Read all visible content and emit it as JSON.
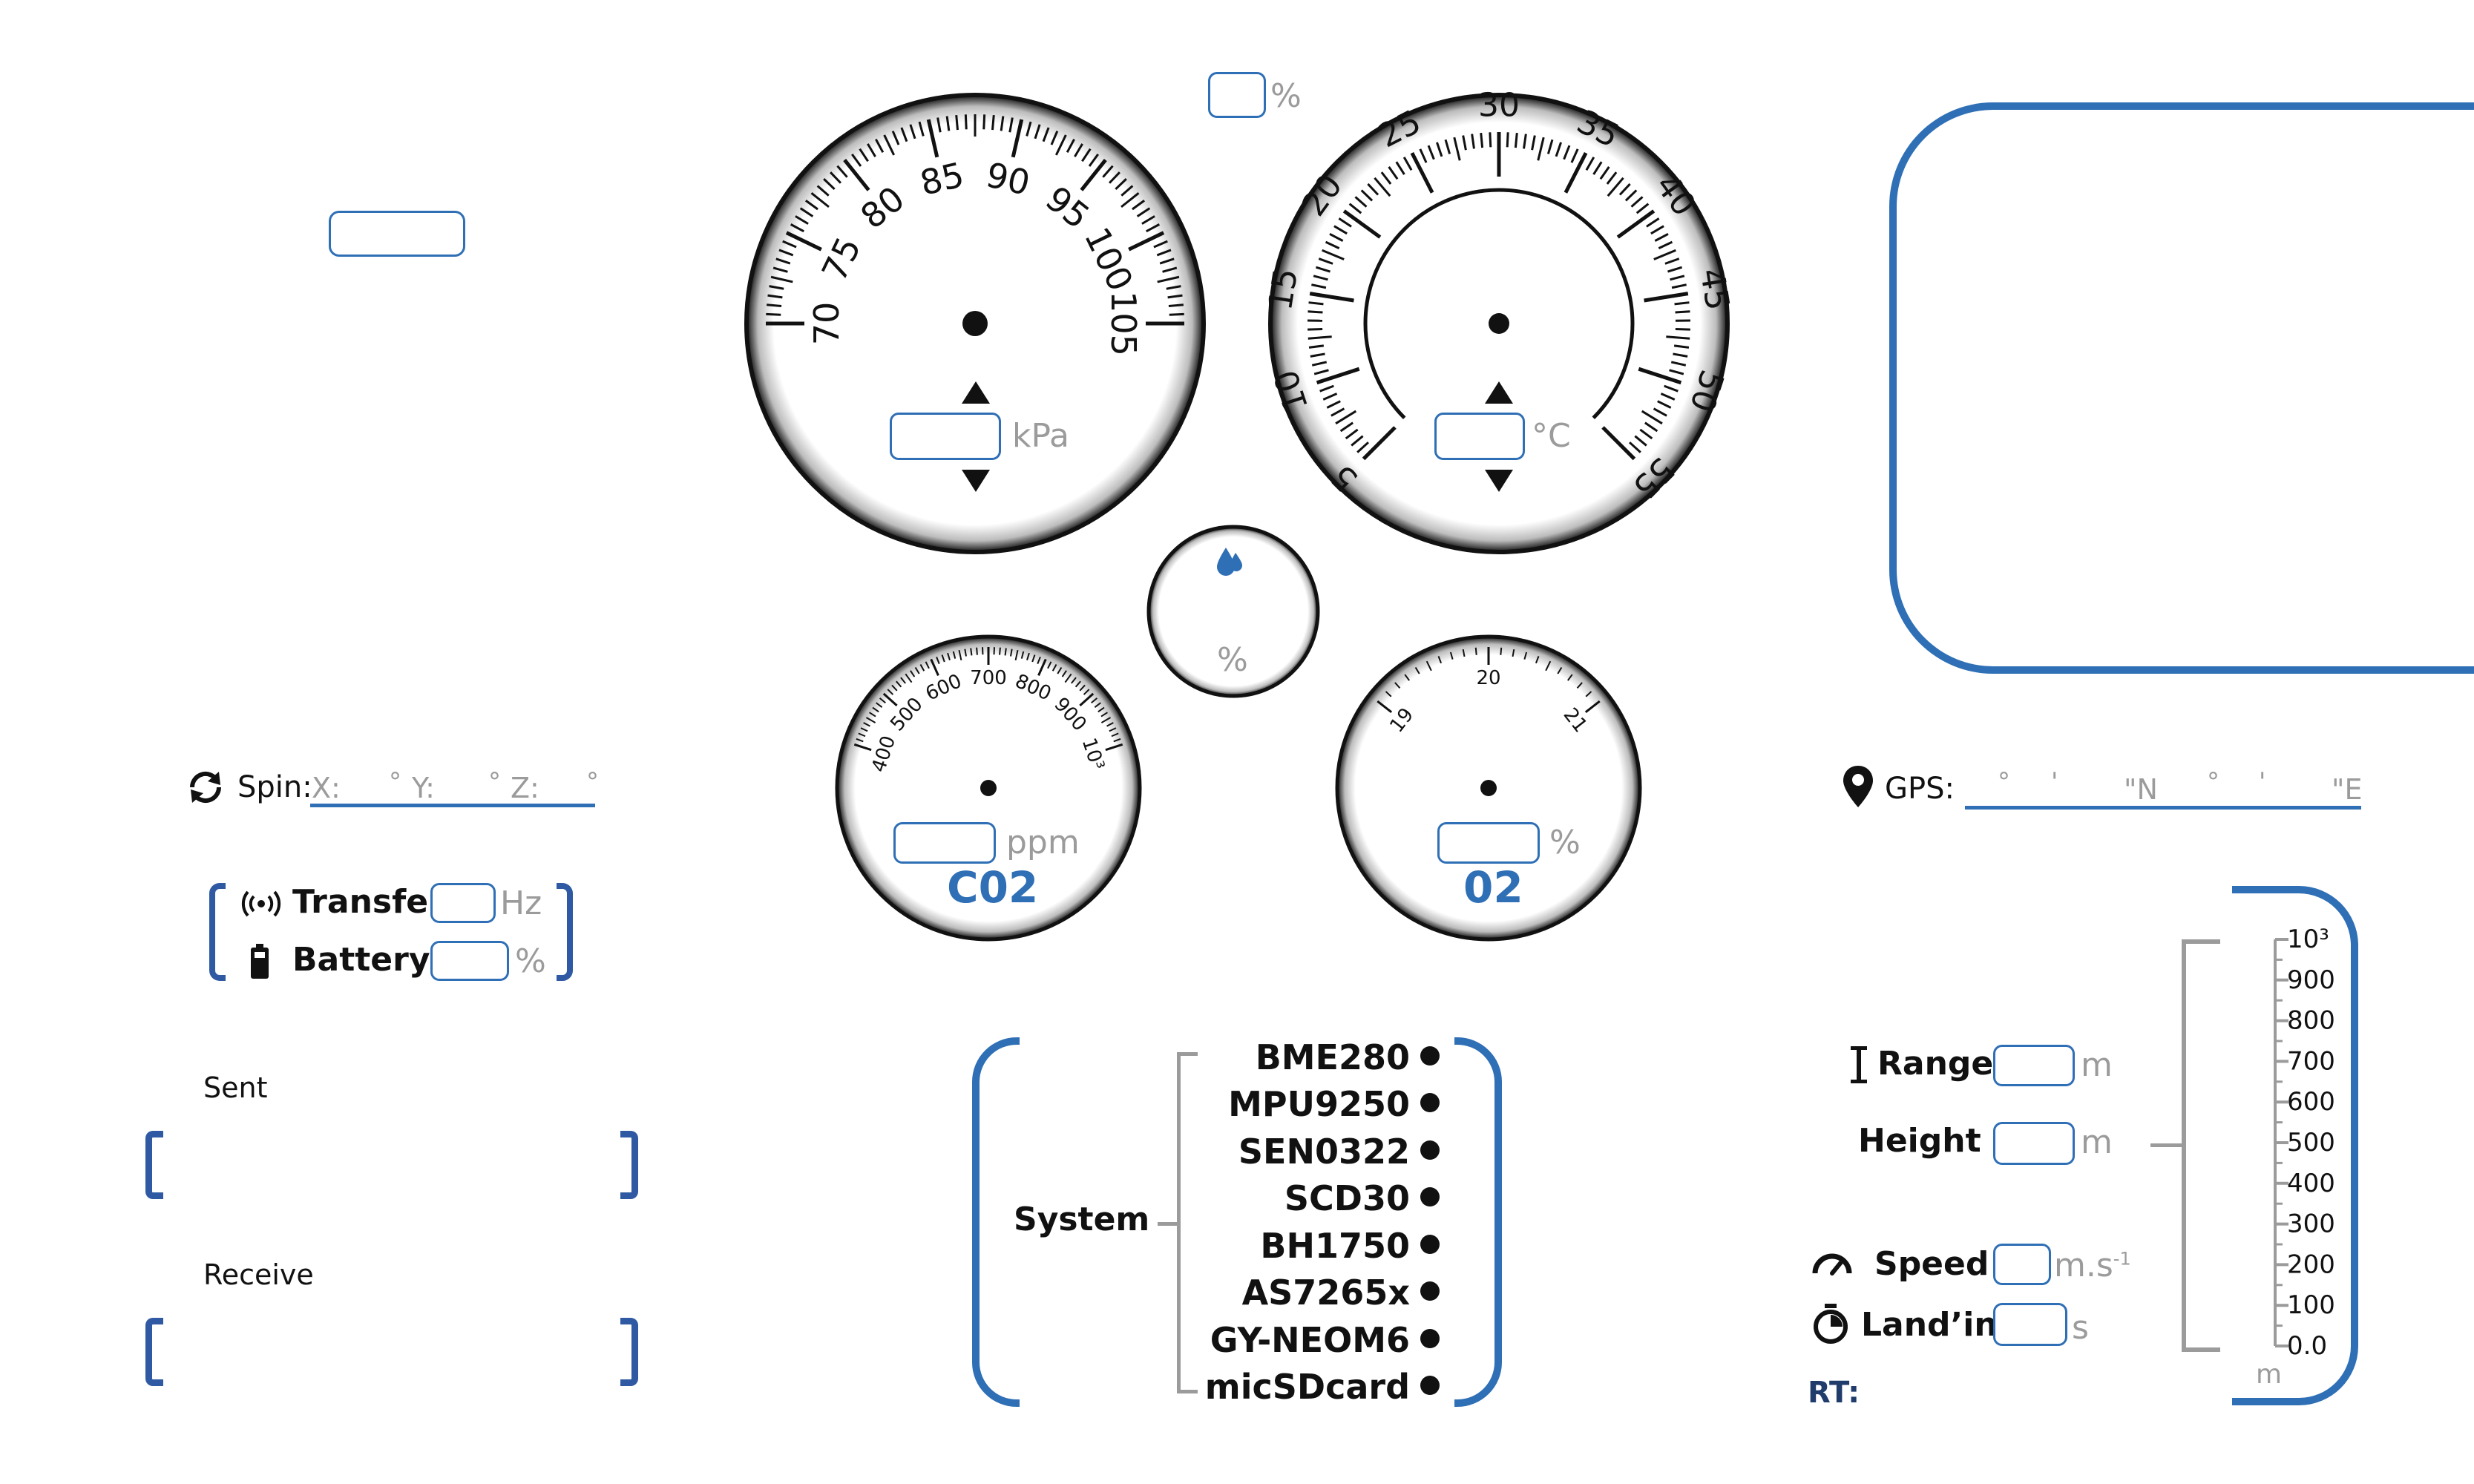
{
  "colors": {
    "accent": "#2f6fb5",
    "muted": "#9b9b9b",
    "ink": "#111111"
  },
  "top_percent_unit": "%",
  "pressure_gauge": {
    "ticks": [
      "70",
      "75",
      "80",
      "85",
      "90",
      "95",
      "100",
      "105"
    ],
    "unit": "kPa"
  },
  "temperature_gauge": {
    "ticks": [
      "5",
      "10",
      "15",
      "20",
      "25",
      "30",
      "35",
      "40",
      "45",
      "50",
      "55"
    ],
    "unit": "°C"
  },
  "humidity_gauge": {
    "unit": "%",
    "icon": "water-drop-icon"
  },
  "co2_gauge": {
    "ticks": [
      "400",
      "500",
      "600",
      "700",
      "800",
      "900",
      "10³"
    ],
    "unit": "ppm",
    "name": "C02"
  },
  "o2_gauge": {
    "ticks": [
      "19",
      "20",
      "21"
    ],
    "unit": "%",
    "name": "02"
  },
  "spin": {
    "label": "Spin:",
    "x": "X:",
    "y": "Y:",
    "z": "Z:",
    "deg": "°"
  },
  "gps": {
    "label": "GPS:",
    "deg": "°",
    "min": "'",
    "n": "\"N",
    "e": "\"E"
  },
  "telemetry": {
    "transfer_label": "Transfer",
    "transfer_unit": "Hz",
    "battery_label": "Battery",
    "battery_unit": "%"
  },
  "log": {
    "sent_label": "Sent",
    "receive_label": "Receive"
  },
  "system": {
    "label": "System",
    "items": [
      "BME280",
      "MPU9250",
      "SEN0322",
      "SCD30",
      "BH1750",
      "AS7265x",
      "GY-NEOM6",
      "micSDcard"
    ]
  },
  "flight": {
    "range_label": "Range",
    "range_unit": "m",
    "height_label": "Height",
    "height_unit": "m",
    "speed_label": "Speed",
    "speed_unit": "m.s",
    "speed_unit_sup": "-1",
    "land_label": "Land’in",
    "land_unit": "s",
    "rt_label": "RT:"
  },
  "altitude_scale": {
    "labels": [
      "10³",
      "900",
      "800",
      "700",
      "600",
      "500",
      "400",
      "300",
      "200",
      "100",
      "0.0"
    ],
    "unit": "m"
  }
}
